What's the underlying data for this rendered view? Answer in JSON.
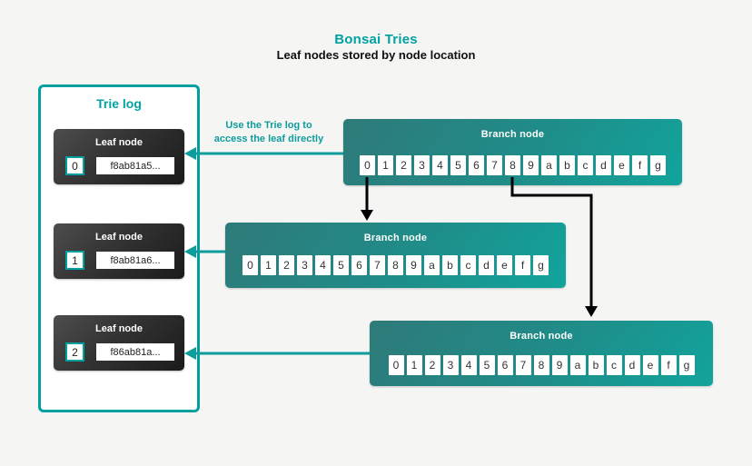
{
  "page": {
    "title": "Bonsai Tries",
    "subtitle": "Leaf nodes stored by node location"
  },
  "annotation": {
    "line1": "Use the Trie log to",
    "line2": "access the leaf directly"
  },
  "trie_log": {
    "title": "Trie log",
    "leaves": [
      {
        "label": "Leaf node",
        "index": "0",
        "hash": "f8ab81a5..."
      },
      {
        "label": "Leaf node",
        "index": "1",
        "hash": "f8ab81a6..."
      },
      {
        "label": "Leaf node",
        "index": "2",
        "hash": "f86ab81a..."
      }
    ]
  },
  "branch_nodes": [
    {
      "label": "Branch node",
      "cells": [
        "0",
        "1",
        "2",
        "3",
        "4",
        "5",
        "6",
        "7",
        "8",
        "9",
        "a",
        "b",
        "c",
        "d",
        "e",
        "f",
        "g"
      ]
    },
    {
      "label": "Branch node",
      "cells": [
        "0",
        "1",
        "2",
        "3",
        "4",
        "5",
        "6",
        "7",
        "8",
        "9",
        "a",
        "b",
        "c",
        "d",
        "e",
        "f",
        "g"
      ]
    },
    {
      "label": "Branch node",
      "cells": [
        "0",
        "1",
        "2",
        "3",
        "4",
        "5",
        "6",
        "7",
        "8",
        "9",
        "a",
        "b",
        "c",
        "d",
        "e",
        "f",
        "g"
      ]
    }
  ],
  "colors": {
    "accent_teal": "#00a2a2",
    "arrow_teal": "#0d9d9c",
    "arrow_black": "#000000",
    "branch_gradient_start": "#2e7a79",
    "branch_gradient_end": "#11a49c",
    "leaf_gradient_start": "#4d4d4d",
    "leaf_gradient_end": "#1b1b1b",
    "background": "#f5f5f4"
  }
}
